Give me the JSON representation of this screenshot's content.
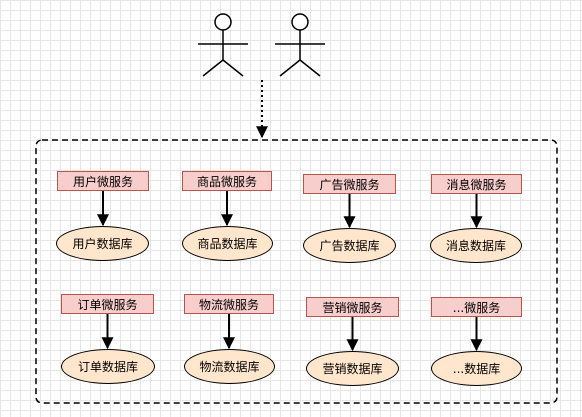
{
  "services": [
    {
      "service": "用户微服务",
      "database": "用户数据库"
    },
    {
      "service": "商品微服务",
      "database": "商品数据库"
    },
    {
      "service": "广告微服务",
      "database": "广告数据库"
    },
    {
      "service": "消息微服务",
      "database": "消息数据库"
    },
    {
      "service": "订单微服务",
      "database": "订单数据库"
    },
    {
      "service": "物流微服务",
      "database": "物流数据库"
    },
    {
      "service": "营销微服务",
      "database": "营销数据库"
    },
    {
      "service": "...微服务",
      "database": "...数据库"
    }
  ],
  "actors": [
    "actor-icon",
    "actor-icon"
  ],
  "colors": {
    "service_fill": "#f8cecc",
    "service_stroke": "#b85450",
    "database_fill": "#ffe6cc",
    "stroke": "#000000"
  }
}
